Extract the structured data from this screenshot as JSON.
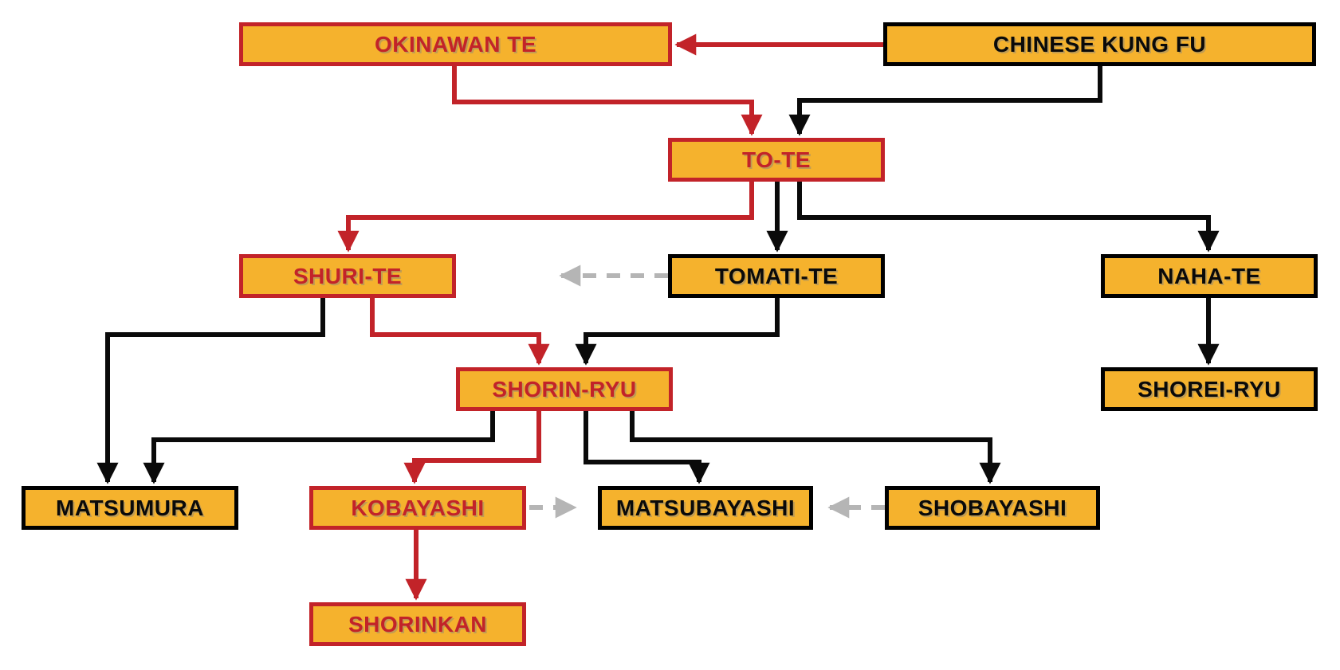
{
  "diagram": {
    "nodes": [
      {
        "id": "okinawan-te",
        "label": "OKINAWAN TE",
        "emphasis": "red"
      },
      {
        "id": "chinese-kung-fu",
        "label": "CHINESE KUNG FU",
        "emphasis": "black"
      },
      {
        "id": "to-te",
        "label": "TO-TE",
        "emphasis": "red"
      },
      {
        "id": "shuri-te",
        "label": "SHURI-TE",
        "emphasis": "red"
      },
      {
        "id": "tomati-te",
        "label": "TOMATI-TE",
        "emphasis": "black"
      },
      {
        "id": "naha-te",
        "label": "NAHA-TE",
        "emphasis": "black"
      },
      {
        "id": "shorin-ryu",
        "label": "SHORIN-RYU",
        "emphasis": "red"
      },
      {
        "id": "shorei-ryu",
        "label": "SHOREI-RYU",
        "emphasis": "black"
      },
      {
        "id": "matsumura",
        "label": "MATSUMURA",
        "emphasis": "black"
      },
      {
        "id": "kobayashi",
        "label": "KOBAYASHI",
        "emphasis": "red"
      },
      {
        "id": "matsubayashi",
        "label": "MATSUBAYASHI",
        "emphasis": "black"
      },
      {
        "id": "shobayashi",
        "label": "SHOBAYASHI",
        "emphasis": "black"
      },
      {
        "id": "shorinkan",
        "label": "SHORINKAN",
        "emphasis": "red"
      }
    ],
    "edges": [
      {
        "from": "chinese-kung-fu",
        "to": "okinawan-te",
        "style": "red-solid"
      },
      {
        "from": "okinawan-te",
        "to": "to-te",
        "style": "red-solid"
      },
      {
        "from": "chinese-kung-fu",
        "to": "to-te",
        "style": "black-solid"
      },
      {
        "from": "to-te",
        "to": "shuri-te",
        "style": "red-solid"
      },
      {
        "from": "to-te",
        "to": "tomati-te",
        "style": "black-solid"
      },
      {
        "from": "to-te",
        "to": "naha-te",
        "style": "black-solid"
      },
      {
        "from": "tomati-te",
        "to": "shuri-te",
        "style": "gray-dashed"
      },
      {
        "from": "shuri-te",
        "to": "matsumura",
        "style": "black-solid"
      },
      {
        "from": "shuri-te",
        "to": "shorin-ryu",
        "style": "red-solid"
      },
      {
        "from": "tomati-te",
        "to": "shorin-ryu",
        "style": "black-solid"
      },
      {
        "from": "naha-te",
        "to": "shorei-ryu",
        "style": "black-solid"
      },
      {
        "from": "shorin-ryu",
        "to": "matsumura",
        "style": "black-solid"
      },
      {
        "from": "shorin-ryu",
        "to": "kobayashi",
        "style": "red-solid"
      },
      {
        "from": "shorin-ryu",
        "to": "matsubayashi",
        "style": "black-solid"
      },
      {
        "from": "shorin-ryu",
        "to": "shobayashi",
        "style": "black-solid"
      },
      {
        "from": "kobayashi",
        "to": "matsubayashi",
        "style": "gray-dashed"
      },
      {
        "from": "shobayashi",
        "to": "matsubayashi",
        "style": "gray-dashed"
      },
      {
        "from": "kobayashi",
        "to": "shorinkan",
        "style": "red-solid"
      }
    ],
    "colors": {
      "box_fill": "#F5B22D",
      "red": "#C22329",
      "black": "#0A0A0A",
      "gray_dashed": "#B5B5B5",
      "background": "#FFFFFF"
    }
  }
}
